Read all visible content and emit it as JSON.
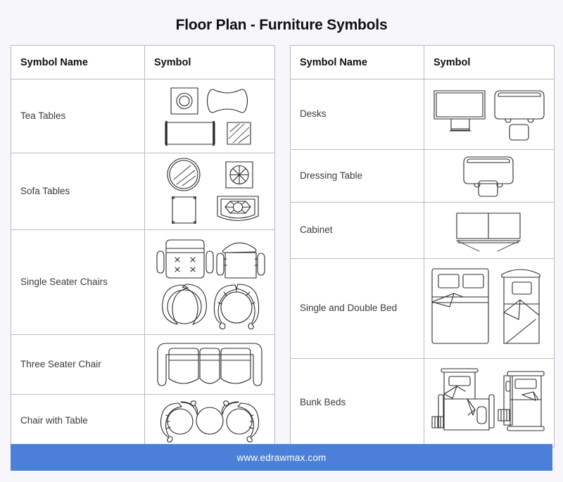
{
  "title": "Floor Plan - Furniture Symbols",
  "footer": {
    "url": "www.edrawmax.com",
    "bar_color": "#4c80d8"
  },
  "theme": {
    "background": "#f7f7fb",
    "cell_background": "#ffffff",
    "border_color": "#b9b9c2",
    "title_color": "#111113",
    "label_color": "#3b3b40",
    "symbol_stroke": "#2b2b2b"
  },
  "left_table": {
    "headers": {
      "name": "Symbol Name",
      "symbol": "Symbol"
    },
    "rows": [
      {
        "name": "Tea Tables",
        "symbols": [
          "square-table-with-concentric-circles",
          "rounded-pillow-shaped-table",
          "rectangular-table-with-side-bars",
          "square-table-with-diagonal-hatching"
        ]
      },
      {
        "name": "Sofa Tables",
        "symbols": [
          "round-table-with-hatch-lines",
          "square-table-with-spoked-circle",
          "small-square-table-with-corner-dots",
          "shield-table-with-octagon-segments"
        ]
      },
      {
        "name": "Single Seater Chairs",
        "symbols": [
          "armchair-with-x-tufting",
          "armchair-with-curved-back",
          "round-armchair",
          "round-chair-with-spokes"
        ]
      },
      {
        "name": "Three Seater Chair",
        "symbols": [
          "three-cushion-sofa"
        ]
      },
      {
        "name": "Chair with Table",
        "symbols": [
          "round-chair-left",
          "round-table-center",
          "round-chair-right"
        ]
      }
    ]
  },
  "right_table": {
    "headers": {
      "name": "Symbol Name",
      "symbol": "Symbol"
    },
    "rows": [
      {
        "name": "Desks",
        "symbols": [
          "rectangular-desk-with-chair",
          "rounded-desk-with-chair"
        ]
      },
      {
        "name": "Dressing Table",
        "symbols": [
          "rounded-dressing-table-with-stool"
        ]
      },
      {
        "name": "Cabinet",
        "symbols": [
          "two-door-cabinet-with-swing-arcs"
        ]
      },
      {
        "name": "Single and Double Bed",
        "symbols": [
          "double-bed-with-two-pillows",
          "single-bed-with-one-pillow"
        ]
      },
      {
        "name": "Bunk Beds",
        "symbols": [
          "bunk-bed-horizontal-with-ladder",
          "bunk-bed-vertical-with-ladder"
        ]
      }
    ]
  }
}
